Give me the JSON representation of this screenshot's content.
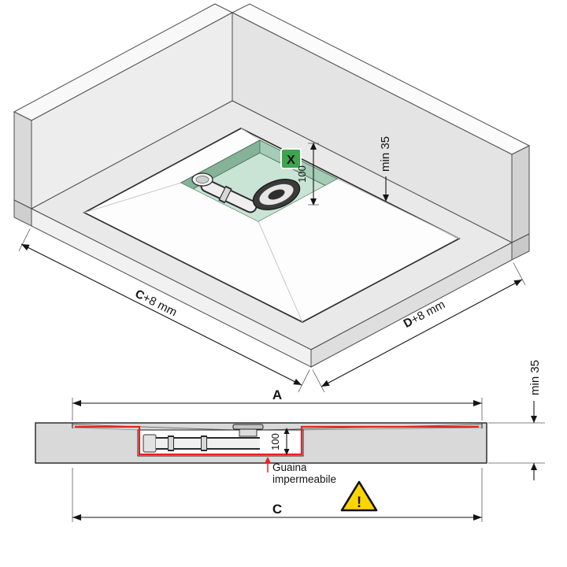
{
  "iso": {
    "dim_100": "100",
    "dim_min35": "min 35",
    "c_prefix": "C",
    "c_suffix": "+8 mm",
    "d_prefix": "D",
    "d_suffix": "+8 mm",
    "x_badge": "X"
  },
  "section": {
    "dim_a": "A",
    "dim_min35": "min 35",
    "dim_100": "100",
    "membrane_line1": "Guaina",
    "membrane_line2": "impermeabile",
    "warning": "!",
    "dim_c": "C"
  },
  "colors": {
    "membrane_red": "#e8231f",
    "warning_yellow": "#ffd500",
    "badge_green": "#3ea44d",
    "slab_gray": "#d9d9d9",
    "pit_green": "#94bfa5"
  }
}
